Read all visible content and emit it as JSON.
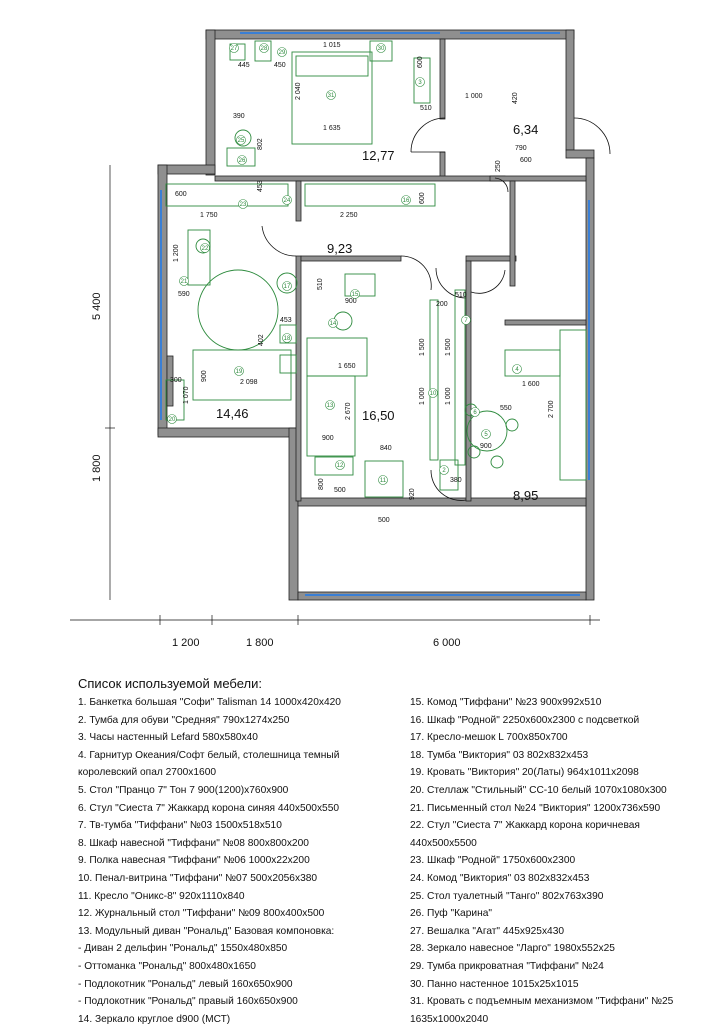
{
  "room_areas": [
    "12,77",
    "6,34",
    "9,23",
    "14,46",
    "16,50",
    "8,95"
  ],
  "dimensions": {
    "outer_vertical": [
      "5 400",
      "1 800"
    ],
    "outer_horizontal": [
      "1 200",
      "1 800",
      "6 000"
    ],
    "inner": [
      "1 015",
      "445",
      "450",
      "600",
      "2 040",
      "1 635",
      "390",
      "802",
      "510",
      "1 000",
      "420",
      "790",
      "600",
      "250",
      "600",
      "453",
      "600",
      "1 750",
      "2 250",
      "1 200",
      "590",
      "900",
      "2 098",
      "300",
      "1 070",
      "402",
      "453",
      "510",
      "900",
      "200",
      "510",
      "1 650",
      "2 670",
      "900",
      "840",
      "800",
      "500",
      "920",
      "500",
      "380",
      "1 500",
      "1 000",
      "1 500",
      "1 000",
      "550",
      "900",
      "1 600",
      "2 700"
    ]
  },
  "furniture_numbers": [
    "27",
    "28",
    "29",
    "30",
    "31",
    "25",
    "26",
    "3",
    "23",
    "24",
    "16",
    "22",
    "21",
    "17",
    "18",
    "19",
    "20",
    "15",
    "14",
    "13",
    "11",
    "12",
    "10",
    "6",
    "5",
    "4",
    "2",
    "7"
  ],
  "legend": {
    "title": "Список используемой мебели:",
    "left": [
      "1. Банкетка большая \"Софи\" Talisman 14 1000х420х420",
      "2. Тумба для обуви \"Средняя\" 790х1274х250",
      "3. Часы настенный Lefard 580х580х40",
      "4. Гарнитур Океания/Софт белый, столешница темный",
      "королевский опал 2700х1600",
      "5. Стол \"Пранцо 7\" Тон 7 900(1200)х760х900",
      "6. Стул \"Сиеста 7\" Жаккард корона синяя 440х500х550",
      "7. Тв-тумба \"Тиффани\" №03 1500х518х510",
      "8. Шкаф навесной \"Тиффани\" №08 800х800х200",
      "9. Полка навесная \"Тиффани\" №06 1000х22х200",
      "10. Пенал-витрина \"Тиффани\" №07 500х2056х380",
      "11. Кресло \"Оникс-8\" 920х1110х840",
      "12. Журнальный стол \"Тиффани\" №09 800х400х500",
      "13. Модульный диван \"Рональд\" Базовая компоновка:",
      "- Диван 2 дельфин \"Рональд\" 1550х480х850",
      "- Оттоманка \"Рональд\" 800х480х1650",
      "- Подлокотник \"Рональд\" левый 160х650х900",
      "- Подлокотник \"Рональд\" правый 160х650х900",
      "14. Зеркало круглое d900 (МСТ)"
    ],
    "right": [
      "15. Комод \"Тиффани\" №23 900х992х510",
      "16. Шкаф \"Родной\" 2250х600х2300 с подсветкой",
      "17. Кресло-мешок L 700х850х700",
      "18. Тумба \"Виктория\" 03 802х832х453",
      "19. Кровать \"Виктория\" 20(Латы) 964х1011х2098",
      "20. Стеллаж \"Стильный\" СС-10 белый 1070х1080х300",
      "21. Письменный стол №24 \"Виктория\" 1200х736х590",
      "22. Стул \"Сиеста 7\" Жаккард корона коричневая",
      "440х500х5500",
      "23. Шкаф \"Родной\" 1750х600х2300",
      "24. Комод \"Виктория\" 03 802х832х453",
      "25. Стол туалетный \"Танго\" 802х763х390",
      "26. Пуф \"Карина\"",
      "27. Вешалка \"Агат\" 445х925х430",
      "28. Зеркало навесное \"Ларго\" 1980х552х25",
      "29. Тумба прикроватная \"Тиффани\" №24",
      "30. Панно настенное 1015х25х1015",
      "31. Кровать с подъемным механизмом \"Тиффани\" №25",
      "1635х1000х2040"
    ]
  },
  "colors": {
    "wall": "#8f8f8f",
    "furniture": "#2e8b3e",
    "window": "#3a7fd5",
    "line": "#111111"
  }
}
